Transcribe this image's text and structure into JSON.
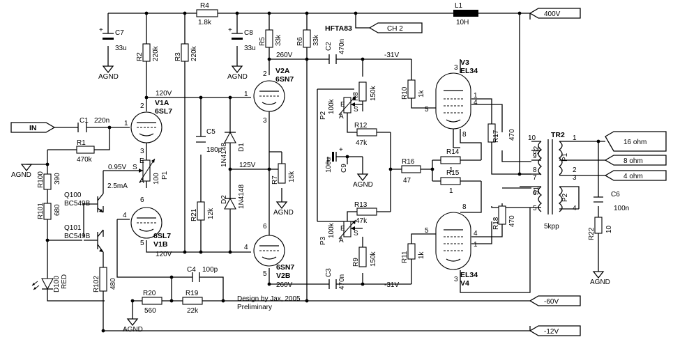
{
  "rails": {
    "b400": "400V",
    "ch2": "CH 2",
    "in": "IN",
    "m60": "-60V",
    "m12": "-12V",
    "out16": "16 ohm",
    "out8": "8 ohm",
    "out4": "4 ohm"
  },
  "title": "HFTA83",
  "credits": {
    "line1": "Design by Jax, 2005",
    "line2": "Preliminary"
  },
  "voltages": {
    "v260a": "260V",
    "v31a": "-31V",
    "v120a": "120V",
    "v125": "125V",
    "v095": "0.95V",
    "i25": "2.5mA",
    "v120b": "120V",
    "v260b": "260V",
    "v31b": "-31V"
  },
  "grounds": {
    "g1": "AGND",
    "g2": "AGND",
    "g3": "AGND",
    "g4": "AGND",
    "g5": "AGND",
    "g6": "AGND",
    "g7": "AGND"
  },
  "components": {
    "R4": {
      "ref": "R4",
      "value": "1.8k"
    },
    "L1": {
      "ref": "L1",
      "value": "10H"
    },
    "C7": {
      "ref": "C7",
      "value": "33u"
    },
    "C8": {
      "ref": "C8",
      "value": "33u"
    },
    "R2": {
      "ref": "R2",
      "value": "220k"
    },
    "R3": {
      "ref": "R3",
      "value": "220k"
    },
    "R5": {
      "ref": "R5",
      "value": "33k"
    },
    "R6": {
      "ref": "R6",
      "value": "33k"
    },
    "C2": {
      "ref": "C2",
      "value": "470n"
    },
    "C3": {
      "ref": "C3",
      "value": "470n"
    },
    "V1A": {
      "ref": "V1A",
      "value": "6SL7"
    },
    "V1B": {
      "ref": "V1B",
      "value": "6SL7"
    },
    "V2A": {
      "ref": "V2A",
      "value": "6SN7"
    },
    "V2B": {
      "ref": "V2B",
      "value": "6SN7"
    },
    "V3": {
      "ref": "V3",
      "value": "EL34"
    },
    "V4": {
      "ref": "V4",
      "value": "EL34"
    },
    "C1": {
      "ref": "C1",
      "value": "220n"
    },
    "R1": {
      "ref": "R1",
      "value": "470k"
    },
    "C5": {
      "ref": "C5",
      "value": "180p"
    },
    "D1": {
      "ref": "D1",
      "value": "1N4148"
    },
    "D2": {
      "ref": "D2",
      "value": "1N4148"
    },
    "R7": {
      "ref": "R7",
      "value": "15k"
    },
    "R21": {
      "ref": "R21",
      "value": "12k"
    },
    "P1": {
      "ref": "P1",
      "value": "100"
    },
    "P2": {
      "ref": "P2",
      "value": "100k"
    },
    "P3": {
      "ref": "P3",
      "value": "100k"
    },
    "R8": {
      "ref": "R8",
      "value": "150k"
    },
    "R9": {
      "ref": "R9",
      "value": "150k"
    },
    "R10": {
      "ref": "R10",
      "value": "1k"
    },
    "R11": {
      "ref": "R11",
      "value": "1k"
    },
    "R12": {
      "ref": "R12",
      "value": "47k"
    },
    "R13": {
      "ref": "R13",
      "value": "47k"
    },
    "C9": {
      "ref": "C9",
      "value": "100u"
    },
    "R14": {
      "ref": "R14",
      "value": "1"
    },
    "R15": {
      "ref": "R15",
      "value": "1"
    },
    "R16": {
      "ref": "R16",
      "value": "47"
    },
    "R17": {
      "ref": "R17",
      "value": "470"
    },
    "R18": {
      "ref": "R18",
      "value": "470"
    },
    "TR2": {
      "ref": "TR2",
      "value": "5kpp"
    },
    "C6": {
      "ref": "C6",
      "value": "100n"
    },
    "R22": {
      "ref": "R22",
      "value": "10"
    },
    "R100": {
      "ref": "R100",
      "value": "390"
    },
    "R101": {
      "ref": "R101",
      "value": "680"
    },
    "Q100": {
      "ref": "Q100",
      "value": "BC549B"
    },
    "Q101": {
      "ref": "Q101",
      "value": "BC549B"
    },
    "D100": {
      "ref": "D100",
      "value": "RED"
    },
    "R102": {
      "ref": "R102",
      "value": "480"
    },
    "C4": {
      "ref": "C4",
      "value": "100p"
    },
    "R20": {
      "ref": "R20",
      "value": "560"
    },
    "R19": {
      "ref": "R19",
      "value": "22k"
    }
  },
  "pins": {
    "v1a": {
      "p2": "2",
      "p1": "1",
      "p3": "3"
    },
    "v1b": {
      "p6": "6",
      "p4": "4",
      "p5": "5"
    },
    "v2a": {
      "p2": "2",
      "p1": "1",
      "p3": "3"
    },
    "v2b": {
      "p6": "6",
      "p4": "4",
      "p5": "5"
    },
    "v3": {
      "p3": "3",
      "p1": "1",
      "p4": "4",
      "p5": "5",
      "p8": "8"
    },
    "v4": {
      "p8": "8",
      "p5": "5",
      "p4": "4",
      "p1": "1",
      "p3": "3"
    },
    "p1": {
      "E": "E",
      "A": "A",
      "S": "S"
    },
    "p2": {
      "E": "E",
      "A": "A",
      "S": "S"
    },
    "p3": {
      "E": "E",
      "A": "A",
      "S": "S"
    },
    "tr2": {
      "p10": "10",
      "p9": "9",
      "p8": "8",
      "p7": "7",
      "p6": "6",
      "p5": "5",
      "s1": "1",
      "s2": "2",
      "s3": "3",
      "s4": "4",
      "S2": "S2",
      "S1": "S1",
      "P1": "P1",
      "P2": "P2"
    }
  }
}
